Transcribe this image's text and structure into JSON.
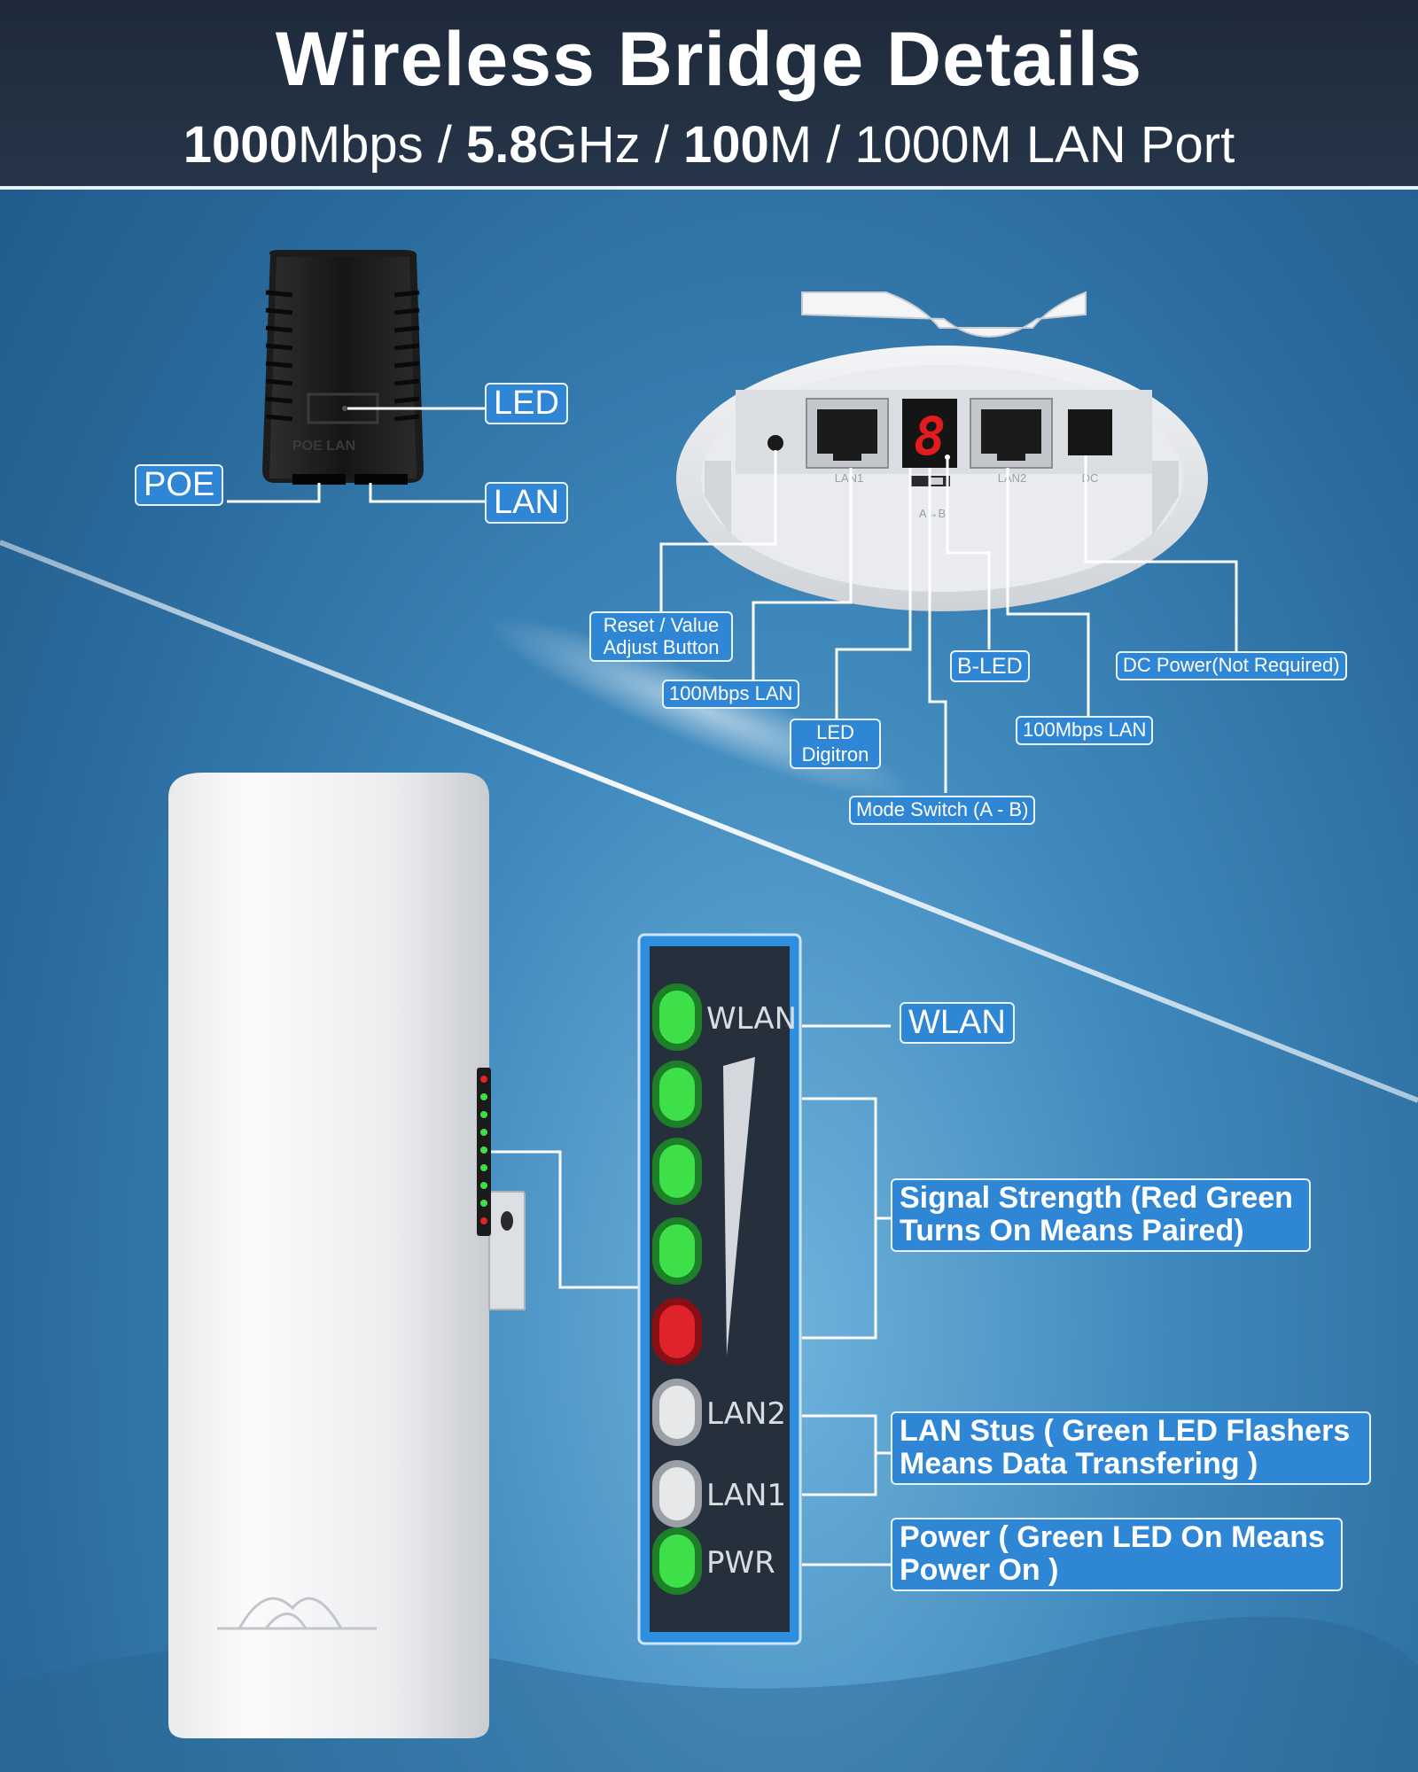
{
  "header": {
    "title": "Wireless Bridge Details",
    "subtitle_parts": [
      "1000",
      "Mbps / ",
      "5.8",
      "GHz / ",
      "100",
      "M / 1000M LAN Port"
    ]
  },
  "poe_adapter": {
    "labels": {
      "led": "LED",
      "poe": "POE",
      "lan": "LAN"
    },
    "printed_text": "POE  LAN"
  },
  "port_panel": {
    "digit": "8",
    "port_marks": [
      "LAN1",
      "LAN2",
      "DC"
    ],
    "switch_mark": "A↔B",
    "labels": {
      "reset": "Reset / Value Adjust Button",
      "lan1": "100Mbps LAN",
      "digitron": "LED Digitron",
      "mode_switch": "Mode Switch (A - B)",
      "b_led": "B-LED",
      "lan2": "100Mbps LAN",
      "dc_power": "DC Power(Not Required)"
    }
  },
  "led_panel": {
    "indicators": [
      {
        "label": "WLAN",
        "color": "green"
      },
      {
        "label": "",
        "color": "green"
      },
      {
        "label": "",
        "color": "green"
      },
      {
        "label": "",
        "color": "green"
      },
      {
        "label": "",
        "color": "red"
      },
      {
        "label": "LAN2",
        "color": "off"
      },
      {
        "label": "LAN1",
        "color": "off"
      },
      {
        "label": "PWR",
        "color": "green"
      }
    ],
    "callouts": {
      "wlan": "WLAN",
      "signal": "Signal Strength (Red Green Turns On Means Paired)",
      "lan": "LAN Stus ( Green LED Flashers Means Data Transfering )",
      "power": "Power ( Green LED On Means Power On )"
    }
  },
  "colors": {
    "label_fill": "#2e86d4",
    "led_green": "#3ee04a",
    "led_red": "#e0222a",
    "header_bg": "#1e2a3a"
  }
}
